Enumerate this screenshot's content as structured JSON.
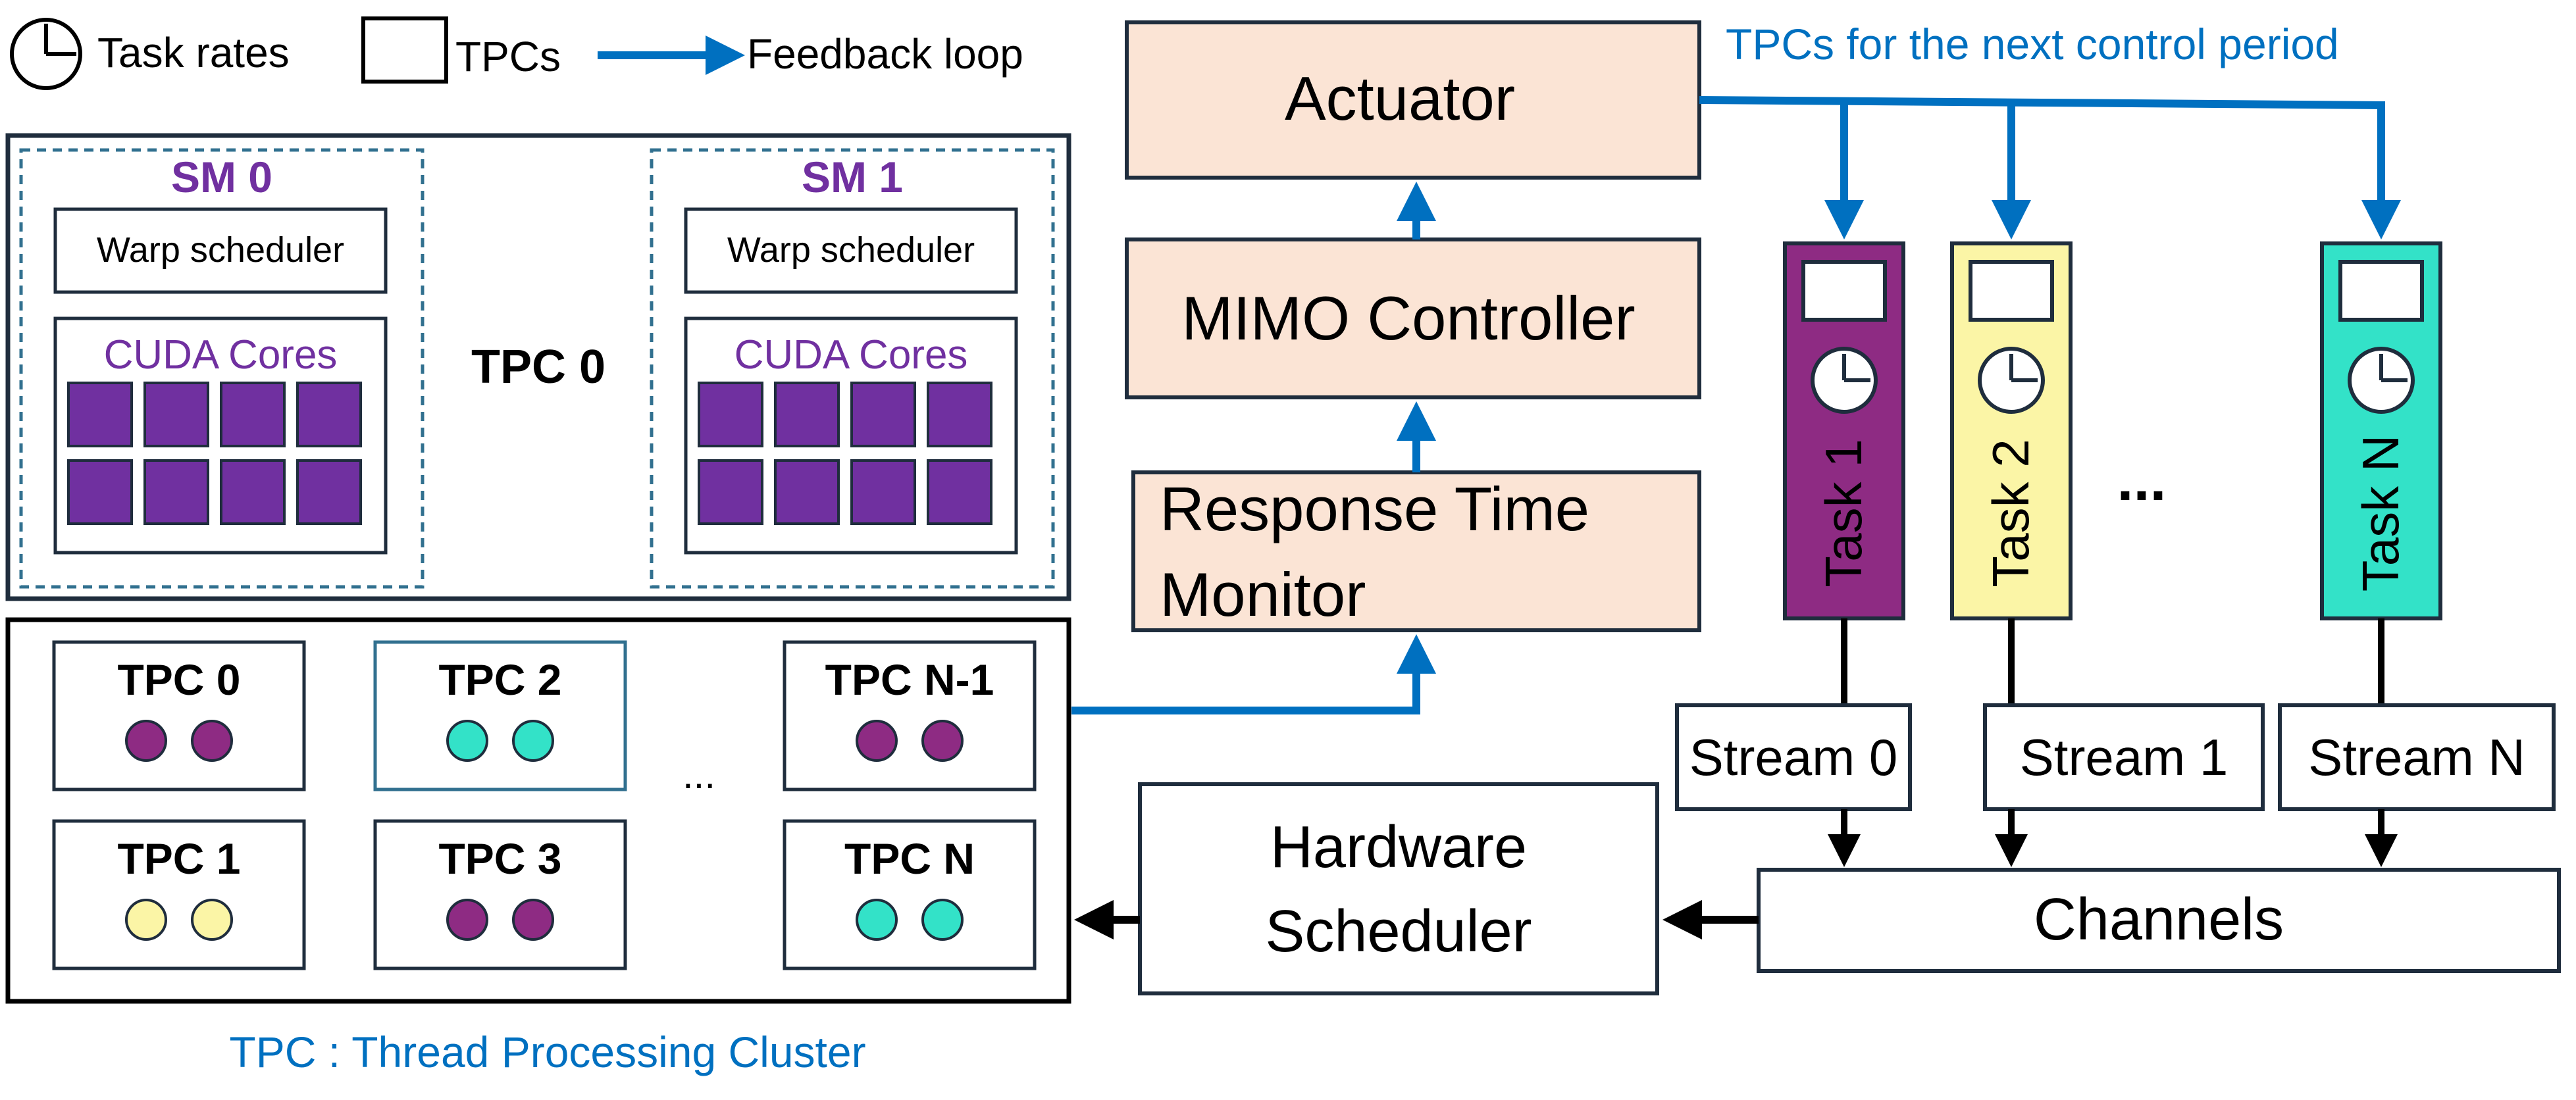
{
  "legend": {
    "task_rates": "Task rates",
    "tpcs": "TPCs",
    "feedback_loop": "Feedback loop"
  },
  "tpc0_detail": {
    "sm0": {
      "title": "SM 0",
      "warp": "Warp scheduler",
      "cores": "CUDA Cores"
    },
    "sm1": {
      "title": "SM 1",
      "warp": "Warp scheduler",
      "cores": "CUDA Cores"
    },
    "label": "TPC 0"
  },
  "tpc_grid": {
    "tpcs": [
      {
        "label": "TPC 0",
        "dot_color": "#8e2b83"
      },
      {
        "label": "TPC 1",
        "dot_color": "#fbf5a6"
      },
      {
        "label": "TPC 2",
        "dot_color": "#33e2c8"
      },
      {
        "label": "TPC 3",
        "dot_color": "#8e2b83"
      },
      {
        "label": "TPC N-1",
        "dot_color": "#8e2b83"
      },
      {
        "label": "TPC N",
        "dot_color": "#33e2c8"
      }
    ],
    "ellipsis": "..."
  },
  "caption": "TPC : Thread Processing Cluster",
  "control": {
    "actuator": "Actuator",
    "mimo": "MIMO Controller",
    "monitor_line1": "Response Time",
    "monitor_line2": "Monitor",
    "next_period": "TPCs for the next control period"
  },
  "tasks": [
    {
      "label": "Task 1",
      "color": "#8e2b83"
    },
    {
      "label": "Task 2",
      "color": "#fbf5a6"
    },
    {
      "label": "Task N",
      "color": "#33e2c8"
    }
  ],
  "tasks_ellipsis": "...",
  "streams": [
    "Stream 0",
    "Stream 1",
    "Stream N"
  ],
  "channels": "Channels",
  "hw_scheduler_line1": "Hardware",
  "hw_scheduler_line2": "Scheduler",
  "colors": {
    "blue": "#0070c0",
    "purple": "#7030a0",
    "core": "#7030a0",
    "peach": "#fbe4d5",
    "dashed": "#31708f"
  }
}
